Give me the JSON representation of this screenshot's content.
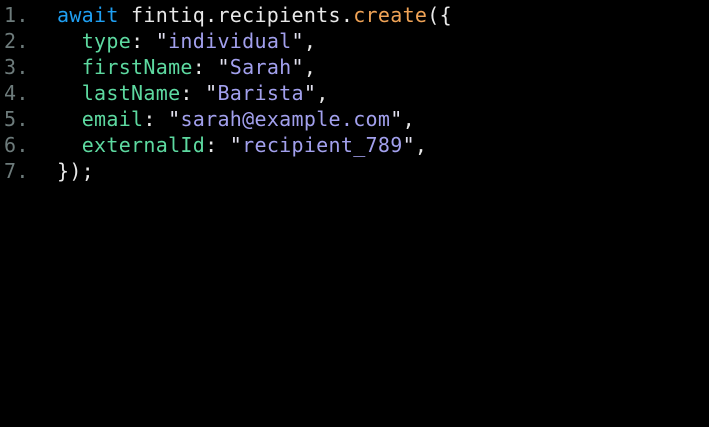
{
  "editor": {
    "background": "#000000",
    "gutter_color": "#6d7b7b",
    "token_colors": {
      "keyword": "#1f9ff2",
      "plain": "#e8e8e8",
      "function": "#f0a356",
      "property": "#5dd9a0",
      "string": "#a2a0ed",
      "quote": "#e4e3f2",
      "punctuation": "#e8e8e8"
    },
    "lines": [
      {
        "number": "1.",
        "tokens": [
          {
            "type": "keyword",
            "text": "await"
          },
          {
            "type": "plain",
            "text": " fintiq.recipients."
          },
          {
            "type": "function",
            "text": "create"
          },
          {
            "type": "punctuation",
            "text": "({"
          }
        ]
      },
      {
        "number": "2.",
        "tokens": [
          {
            "type": "plain",
            "text": "  "
          },
          {
            "type": "property",
            "text": "type"
          },
          {
            "type": "punctuation",
            "text": ": "
          },
          {
            "type": "quote",
            "text": "\""
          },
          {
            "type": "string",
            "text": "individual"
          },
          {
            "type": "quote",
            "text": "\""
          },
          {
            "type": "punctuation",
            "text": ","
          }
        ]
      },
      {
        "number": "3.",
        "tokens": [
          {
            "type": "plain",
            "text": "  "
          },
          {
            "type": "property",
            "text": "firstName"
          },
          {
            "type": "punctuation",
            "text": ": "
          },
          {
            "type": "quote",
            "text": "\""
          },
          {
            "type": "string",
            "text": "Sarah"
          },
          {
            "type": "quote",
            "text": "\""
          },
          {
            "type": "punctuation",
            "text": ","
          }
        ]
      },
      {
        "number": "4.",
        "tokens": [
          {
            "type": "plain",
            "text": "  "
          },
          {
            "type": "property",
            "text": "lastName"
          },
          {
            "type": "punctuation",
            "text": ": "
          },
          {
            "type": "quote",
            "text": "\""
          },
          {
            "type": "string",
            "text": "Barista"
          },
          {
            "type": "quote",
            "text": "\""
          },
          {
            "type": "punctuation",
            "text": ","
          }
        ]
      },
      {
        "number": "5.",
        "tokens": [
          {
            "type": "plain",
            "text": "  "
          },
          {
            "type": "property",
            "text": "email"
          },
          {
            "type": "punctuation",
            "text": ": "
          },
          {
            "type": "quote",
            "text": "\""
          },
          {
            "type": "string",
            "text": "sarah@example.com"
          },
          {
            "type": "quote",
            "text": "\""
          },
          {
            "type": "punctuation",
            "text": ","
          }
        ]
      },
      {
        "number": "6.",
        "tokens": [
          {
            "type": "plain",
            "text": "  "
          },
          {
            "type": "property",
            "text": "externalId"
          },
          {
            "type": "punctuation",
            "text": ": "
          },
          {
            "type": "quote",
            "text": "\""
          },
          {
            "type": "string",
            "text": "recipient_789"
          },
          {
            "type": "quote",
            "text": "\""
          },
          {
            "type": "punctuation",
            "text": ","
          }
        ]
      },
      {
        "number": "7.",
        "tokens": [
          {
            "type": "punctuation",
            "text": "});"
          }
        ]
      }
    ]
  }
}
